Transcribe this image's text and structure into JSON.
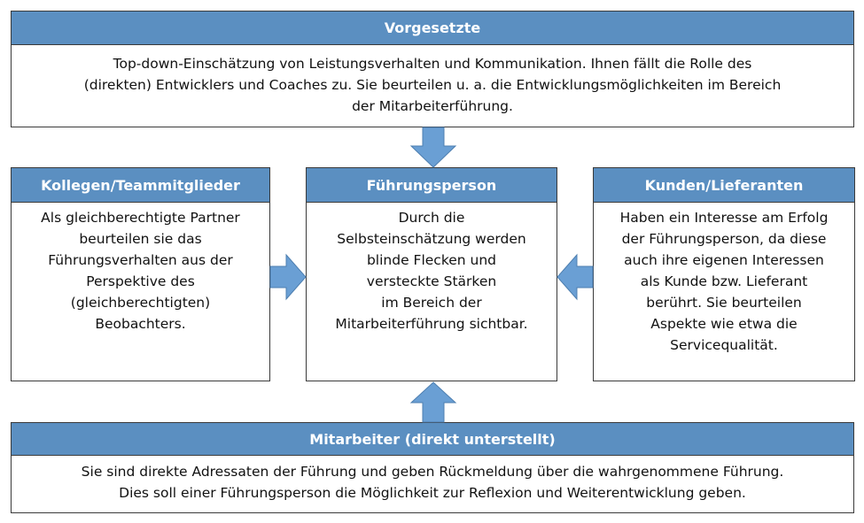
{
  "top": {
    "title": "Vorgesetzte",
    "lines": [
      "Top-down-Einschätzung von Leistungsverhalten und Kommunikation. Ihnen fällt die Rolle des",
      "(direkten) Entwicklers und Coaches zu. Sie beurteilen u. a. die Entwicklungsmöglichkeiten im Bereich",
      "der Mitarbeiterführung."
    ]
  },
  "left": {
    "title": "Kollegen/Teammitglieder",
    "lines": [
      "Als gleichberechtigte Partner",
      "beurteilen sie das",
      "Führungsverhalten aus der",
      "Perspektive des",
      "(gleichberechtigten)",
      "Beobachters."
    ]
  },
  "center": {
    "title": "Führungsperson",
    "lines": [
      "Durch die",
      "Selbsteinschätzung werden",
      "blinde Flecken und",
      "versteckte Stärken",
      "im Bereich der",
      "Mitarbeiterführung sichtbar."
    ]
  },
  "right": {
    "title": "Kunden/Lieferanten",
    "lines": [
      "Haben ein Interesse am Erfolg",
      "der Führungsperson, da diese",
      "auch ihre eigenen Interessen",
      "als Kunde bzw. Lieferant",
      "berührt. Sie beurteilen",
      "Aspekte wie etwa die",
      "Servicequalität."
    ]
  },
  "bottom": {
    "title": "Mitarbeiter (direkt unterstellt)",
    "lines": [
      "Sie sind direkte Adressaten der Führung und geben Rückmeldung über die wahrgenommene Führung.",
      "Dies soll einer Führungsperson die Möglichkeit zur Reflexion und Weiterentwicklung geben."
    ]
  },
  "colors": {
    "header_fill": "#5b8fc1",
    "arrow_fill": "#6a9fd4",
    "border": "#3a3a3a"
  }
}
